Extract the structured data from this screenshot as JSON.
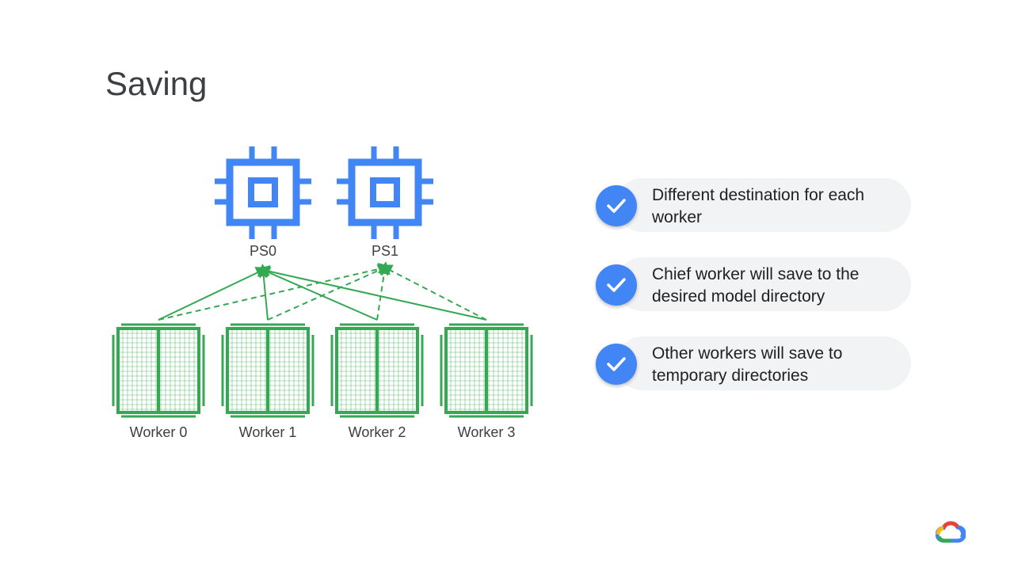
{
  "title": "Saving",
  "diagram": {
    "parameter_servers": [
      {
        "label": "PS0",
        "icon": "cpu-chip-icon",
        "color": "#4285f4"
      },
      {
        "label": "PS1",
        "icon": "cpu-chip-icon",
        "color": "#4285f4"
      }
    ],
    "workers": [
      {
        "label": "Worker 0",
        "icon": "gpu-grid-icon"
      },
      {
        "label": "Worker 1",
        "icon": "gpu-grid-icon"
      },
      {
        "label": "Worker 2",
        "icon": "gpu-grid-icon"
      },
      {
        "label": "Worker 3",
        "icon": "gpu-grid-icon"
      }
    ],
    "worker_color": "#34a853",
    "connections": {
      "PS0": {
        "style": "solid",
        "workers": [
          "Worker 0",
          "Worker 1",
          "Worker 2",
          "Worker 3"
        ]
      },
      "PS1": {
        "style": "dashed",
        "workers": [
          "Worker 0",
          "Worker 1",
          "Worker 2",
          "Worker 3"
        ]
      }
    }
  },
  "bullets": [
    {
      "text": "Different destination for each worker",
      "icon": "check-icon"
    },
    {
      "text": "Chief worker will save to the desired model directory",
      "icon": "check-icon"
    },
    {
      "text": "Other workers will save to temporary directories",
      "icon": "check-icon"
    }
  ],
  "colors": {
    "accent_blue": "#4285f4",
    "accent_green": "#34a853",
    "pill_background": "#f1f3f4"
  },
  "logo": {
    "icon": "google-cloud-logo"
  }
}
